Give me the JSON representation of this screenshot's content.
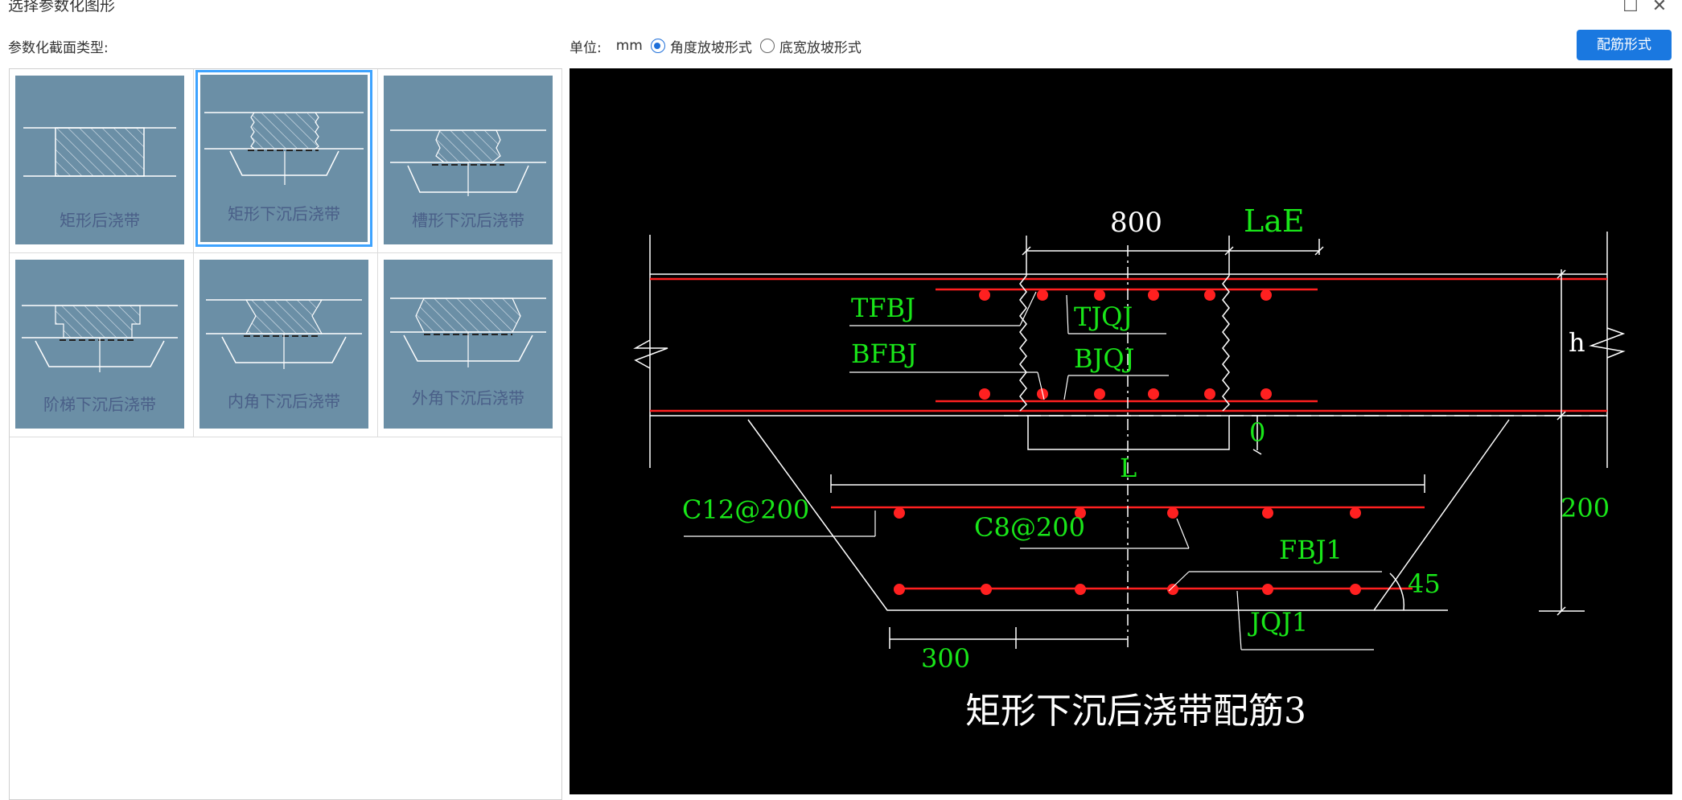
{
  "window": {
    "title": "选择参数化图形",
    "maximize_glyph": "☐",
    "close_glyph": "✕"
  },
  "left": {
    "section_label": "参数化截面类型:",
    "items": [
      {
        "label": "矩形后浇带",
        "selected": false
      },
      {
        "label": "矩形下沉后浇带",
        "selected": true
      },
      {
        "label": "槽形下沉后浇带",
        "selected": false
      },
      {
        "label": "阶梯下沉后浇带",
        "selected": false
      },
      {
        "label": "内角下沉后浇带",
        "selected": false
      },
      {
        "label": "外角下沉后浇带",
        "selected": false
      }
    ]
  },
  "toolbar": {
    "unit_label": "单位:",
    "unit_value": "mm",
    "option_angle": "角度放坡形式",
    "option_width": "底宽放坡形式",
    "selected_option": "角度放坡形式",
    "rebar_button": "配筋形式"
  },
  "drawing": {
    "title": "矩形下沉后浇带配筋3",
    "labels": {
      "width_800": "800",
      "lae": "LaE",
      "tfbj": "TFBJ",
      "tjqj": "TJQJ",
      "bfbj": "BFBJ",
      "bjqj": "BJQJ",
      "h": "h",
      "zero": "0",
      "l": "L",
      "c12": "C12@200",
      "c8": "C8@200",
      "fbj1": "FBJ1",
      "dim_200": "200",
      "angle_45": "45",
      "jqj1": "JQJ1",
      "dim_300": "300"
    },
    "colors": {
      "rebar": "#ff2020",
      "label_green": "#19e619",
      "line_white": "#ffffff",
      "background": "#000000"
    }
  }
}
